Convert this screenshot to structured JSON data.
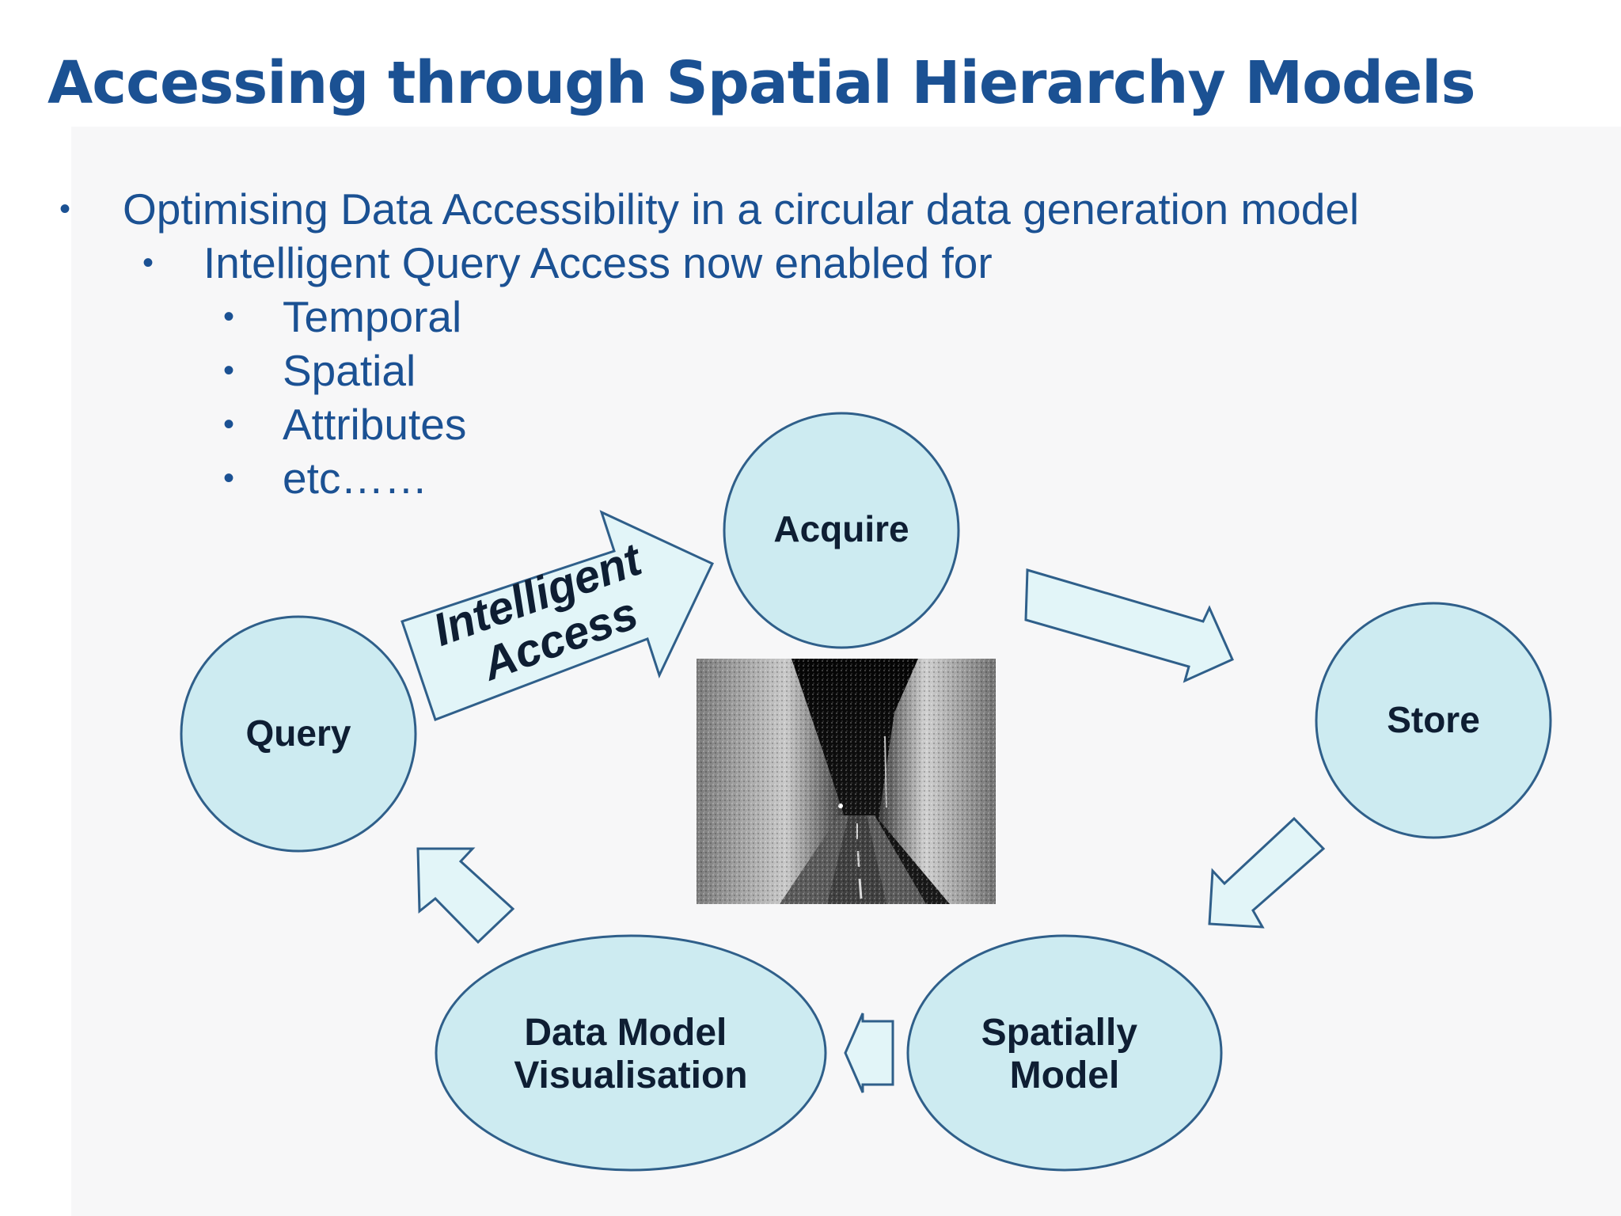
{
  "slide": {
    "title": "Accessing through Spatial Hierarchy Models",
    "bullets": {
      "level1": "Optimising Data Accessibility in a circular data generation model",
      "level2": "Intelligent Query Access now enabled for",
      "level3": [
        "Temporal",
        "Spatial",
        "Attributes",
        "etc……"
      ]
    }
  },
  "diagram": {
    "nodes": {
      "acquire": "Acquire",
      "store": "Store",
      "spatially_model": [
        "Spatially",
        "Model"
      ],
      "data_model_visualisation": [
        "Data Model",
        "Visualisation"
      ],
      "query": "Query"
    },
    "intelligent_access": [
      "Intelligent",
      "Access"
    ],
    "colors": {
      "title": "#1b5193",
      "node_fill": "#cdebf1",
      "node_stroke": "#2f5f8a",
      "arrow_fill": "#e2f5f8",
      "label": "#0e1e33"
    }
  }
}
